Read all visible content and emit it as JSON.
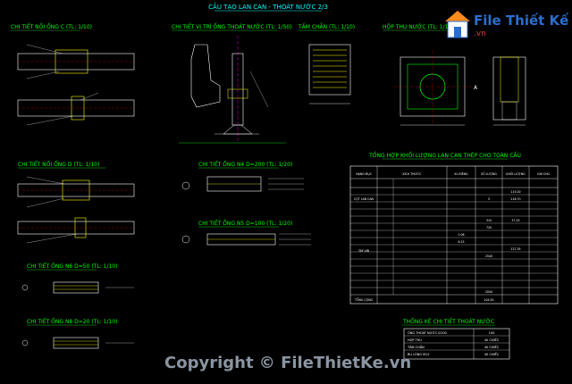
{
  "title": "CẤU TẠO LAN CAN - THOÁT NƯỚC 2/3",
  "sections": {
    "noi_ong_c": "CHI TIẾT NỐI ỐNG C (TL: 1/10)",
    "vi_tri_ong": "CHI TIẾT VỊ TRÍ ỐNG THOÁT NƯỚC (TL: 1/50)",
    "tam_chan": "TẤM CHẮN (TL: 1/10)",
    "hop_thu_nuoc": "HỘP THU NƯỚC (TL: 1/10)",
    "noi_ong_d": "CHI TIẾT NỐI ỐNG D (TL: 1/10)",
    "ong_n4": "CHI TIẾT ỐNG N4 D=200 (TL: 1/20)",
    "ong_n5": "CHI TIẾT ỐNG N5 D=100 (TL: 1/20)",
    "ong_n6": "CHI TIẾT ỐNG N6 D=50 (TL: 1/10)",
    "ong_n8": "CHI TIẾT ỐNG N8 D=20 (TL: 1/10)"
  },
  "table_main": {
    "title": "TỔNG HỢP KHỐI LƯỢNG LAN CAN THÉP CHO TOÀN CẦU",
    "headers": [
      "HẠNG MỤC",
      "KÍCH THƯỚC",
      "KL RIÊNG",
      "SỐ LƯỢNG",
      "KHỐI LƯỢNG",
      "GHI CHÚ"
    ],
    "row_groups": [
      "CỘT LAN CAN",
      "TAY VỊN",
      "TỔNG CỘNG"
    ],
    "values": [
      "115.00",
      "5",
      "218.70",
      "310",
      "37.25",
      "720",
      "1.06",
      "6.15",
      "127.35",
      "2540",
      "2000",
      "104.50"
    ]
  },
  "table_small": {
    "title": "THỐNG KÊ CHI TIẾT THOÁT NƯỚC",
    "rows": [
      {
        "label": "ỐNG THOÁT NƯỚC D100",
        "value": "100"
      },
      {
        "label": "HỘP THU",
        "value": "40 CHIẾC"
      },
      {
        "label": "TẤM CHẮN",
        "value": "40 CHIẾC"
      },
      {
        "label": "BU LÔNG M12",
        "value": "40 CHIẾC"
      }
    ]
  },
  "logo": {
    "text": "File Thiết Kế",
    "sub": ".vn"
  },
  "watermark": "Copyright © FileThietKe.vn",
  "colors": {
    "bg": "#000000",
    "yellow": "#ffff00",
    "cyan": "#00ffff",
    "green": "#00ff00",
    "white": "#ffffff",
    "magenta": "#ff00ff",
    "red": "#ff0000"
  }
}
